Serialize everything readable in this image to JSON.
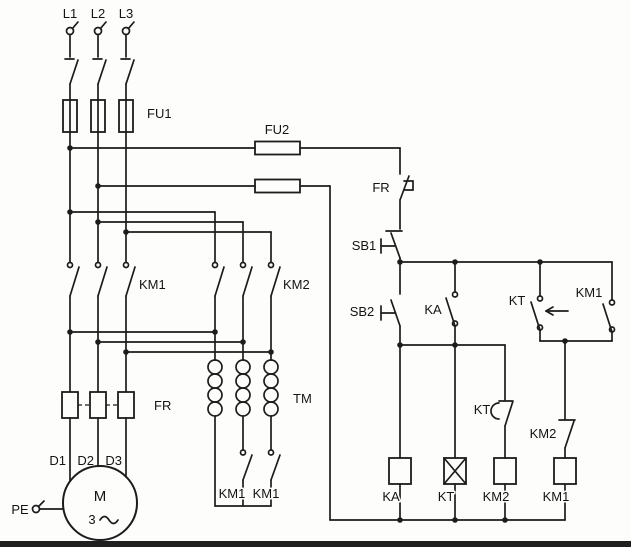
{
  "diagram": {
    "kind": "electrical-schematic",
    "description": "Autotransformer reduced-voltage motor starter: main circuit and control circuit",
    "background": "#fdfdfc",
    "line_color": "#1c1c1c"
  },
  "labels": {
    "phase_l1": "L1",
    "phase_l2": "L2",
    "phase_l3": "L3",
    "fu1": "FU1",
    "fu2": "FU2",
    "km1_main": "KM1",
    "km2_main": "KM2",
    "fr_main": "FR",
    "tm": "TM",
    "star_km1_left": "KM1",
    "star_km1_right": "KM1",
    "d1": "D1",
    "d2": "D2",
    "d3": "D3",
    "pe": "PE",
    "motor_m": "M",
    "motor_3": "3",
    "fr_control": "FR",
    "sb1": "SB1",
    "sb2": "SB2",
    "ka_contact": "KA",
    "kt_no_contact": "KT",
    "km1_aux_contact": "KM1",
    "kt_nc_contact": "KT",
    "km2_nc_contact": "KM2",
    "coil_ka": "KA",
    "coil_kt": "KT",
    "coil_km2": "KM2",
    "coil_km1": "KM1"
  }
}
